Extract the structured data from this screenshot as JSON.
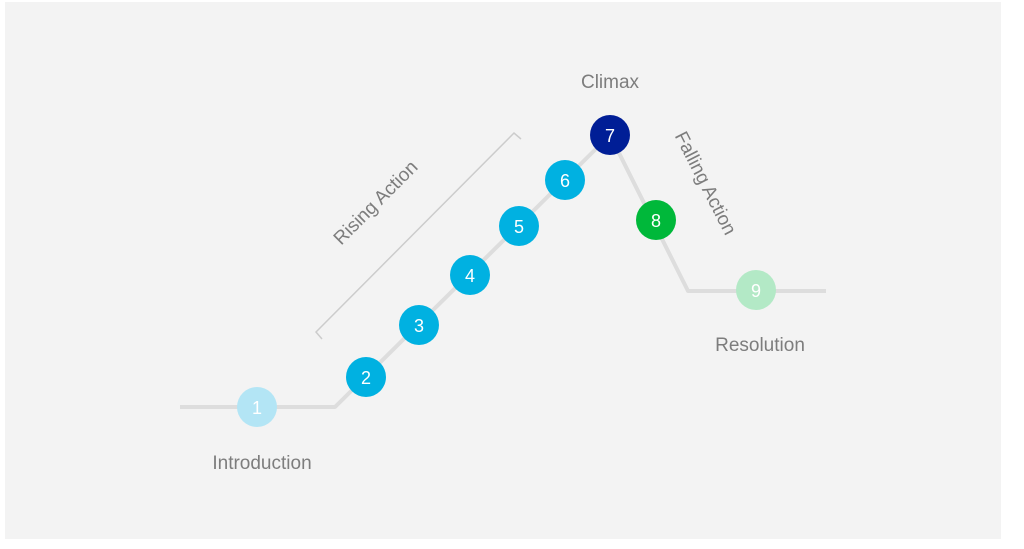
{
  "diagram": {
    "title": "Story Arc",
    "stages": [
      {
        "id": "introduction",
        "label": "Introduction"
      },
      {
        "id": "rising-action",
        "label": "Rising Action"
      },
      {
        "id": "climax",
        "label": "Climax"
      },
      {
        "id": "falling-action",
        "label": "Falling Action"
      },
      {
        "id": "resolution",
        "label": "Resolution"
      }
    ],
    "points": [
      {
        "number": "1",
        "stage": "introduction",
        "color": "#b3e5f5"
      },
      {
        "number": "2",
        "stage": "rising-action",
        "color": "#00b1e1"
      },
      {
        "number": "3",
        "stage": "rising-action",
        "color": "#00b1e1"
      },
      {
        "number": "4",
        "stage": "rising-action",
        "color": "#00b1e1"
      },
      {
        "number": "5",
        "stage": "rising-action",
        "color": "#00b1e1"
      },
      {
        "number": "6",
        "stage": "rising-action",
        "color": "#00b1e1"
      },
      {
        "number": "7",
        "stage": "climax",
        "color": "#001e96"
      },
      {
        "number": "8",
        "stage": "falling-action",
        "color": "#00b83a"
      },
      {
        "number": "9",
        "stage": "resolution",
        "color": "#b3e9c6"
      }
    ],
    "line_color": "#dddddd",
    "label_color": "#7d7d7d"
  }
}
